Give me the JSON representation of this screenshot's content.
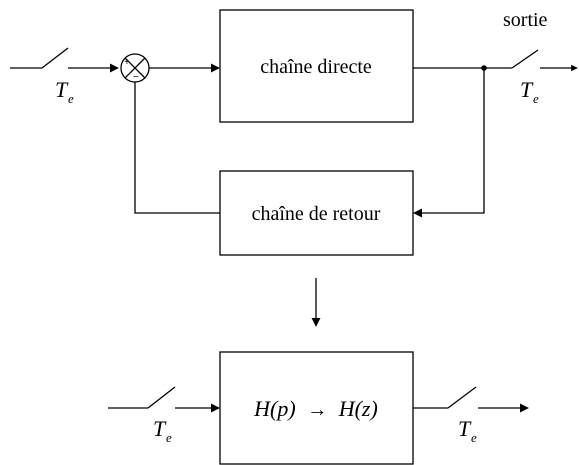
{
  "blocks": {
    "forward": "chaîne directe",
    "feedback": "chaîne de retour",
    "transfer_from": "H(p)",
    "transfer_arrow": "→",
    "transfer_to": "H(z)"
  },
  "output_label": "sortie",
  "summing_junction": {
    "plus": "+",
    "minus": "−"
  },
  "sampler": {
    "symbol": "T",
    "subscript": "e"
  }
}
